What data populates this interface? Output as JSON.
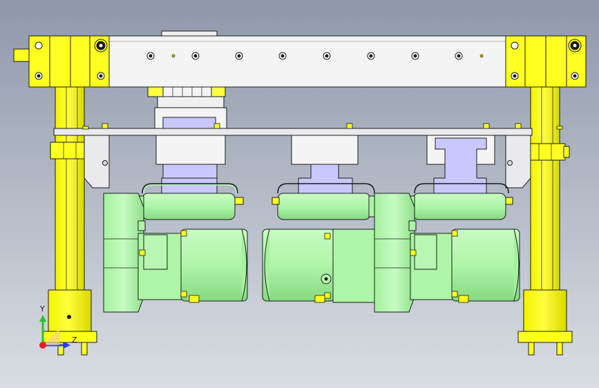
{
  "viewport": {
    "background_top": "#8f98aa",
    "background_bottom": "#d9dde3",
    "view_orientation": "front"
  },
  "colors": {
    "frame_yellow": "#ffff00",
    "frame_yellow_shade": "#e8e800",
    "beam_white": "#f4f4f4",
    "motor_green": "#aef5a8",
    "motor_green_shade": "#8fe08a",
    "coupling_lavender": "#c8c8ff",
    "plate_gray": "#e9e9ee",
    "outline": "#1a1a1a"
  },
  "triad": {
    "y_label": "Y",
    "z_label": "Z",
    "y_color": "#21c521",
    "z_color": "#2a3bff",
    "x_color": "#e02020",
    "icon": "axis-triad-icon"
  }
}
